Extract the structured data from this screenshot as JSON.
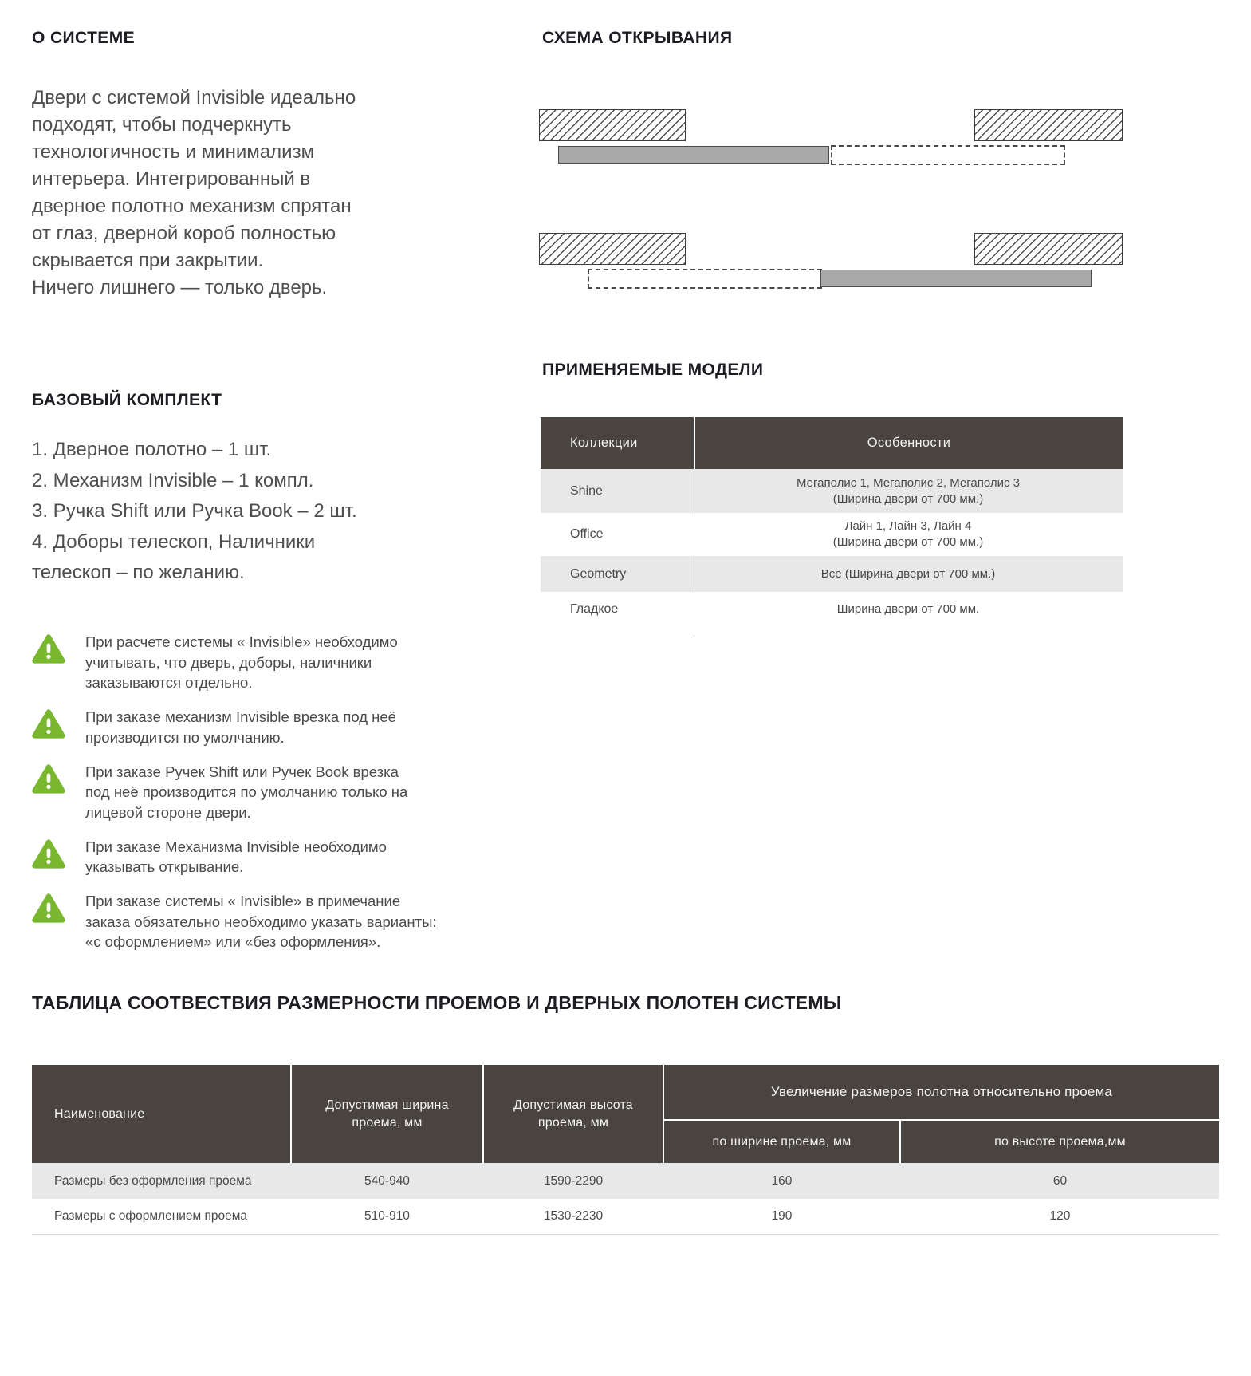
{
  "colors": {
    "accent_green": "#79b72e",
    "table_header_bg": "#4a4440",
    "table_row_alt_bg": "#e9e8e8",
    "heading_text": "#1c1c22",
    "body_text": "#4f4f4f"
  },
  "about": {
    "title": "О СИСТЕМЕ",
    "body": "Двери с системой Invisible идеально\nподходят, чтобы подчеркнуть\nтехнологичность и минимализм\nинтерьера. Интегрированный в\nдверное полотно механизм спрятан\nот глаз, дверной короб полностью\nскрывается при закрытии.\nНичего лишнего — только дверь."
  },
  "scheme": {
    "title": "СХЕМА ОТКРЫВАНИЯ"
  },
  "kit": {
    "title": "БАЗОВЫЙ КОМПЛЕКТ",
    "items": [
      "1. Дверное полотно – 1 шт.",
      "2. Механизм Invisible – 1 компл.",
      "3. Ручка Shift или Ручка Book – 2 шт.",
      "4. Доборы телескоп, Наличники\nтелескоп – по желанию."
    ]
  },
  "models": {
    "title": "ПРИМЕНЯЕМЫЕ МОДЕЛИ",
    "headers": [
      "Коллекции",
      "Особенности"
    ],
    "rows": [
      {
        "collection": "Shine",
        "features": "Мегаполис 1, Мегаполис 2, Мегаполис 3\n(Ширина двери от 700 мм.)"
      },
      {
        "collection": "Office",
        "features": "Лайн 1, Лайн 3, Лайн 4\n(Ширина двери от 700 мм.)"
      },
      {
        "collection": "Geometry",
        "features": "Все (Ширина двери от 700 мм.)"
      },
      {
        "collection": "Гладкое",
        "features": "Ширина двери от 700 мм."
      }
    ]
  },
  "warnings": {
    "items": [
      "При расчете системы « Invisible» необходимо\nучитывать, что дверь, доборы, наличники\nзаказываются отдельно.",
      "При заказе механизм Invisible врезка под неё\nпроизводится по умолчанию.",
      "При заказе Ручек Shift или Ручек Book врезка\nпод неё производится  по умолчанию только на\nлицевой стороне двери.",
      "При заказе Механизма  Invisible необходимо\nуказывать открывание.",
      "При заказе системы « Invisible» в примечание\nзаказа обязательно необходимо указать варианты:\n«с оформлением» или «без оформления»."
    ]
  },
  "size_table": {
    "title": "ТАБЛИЦА СООТВЕСТВИЯ РАЗМЕРНОСТИ ПРОЕМОВ И ДВЕРНЫХ ПОЛОТЕН СИСТЕМЫ",
    "headers": {
      "name": "Наименование",
      "width": "Допустимая ширина\nпроема, мм",
      "height": "Допустимая высота\nпроема, мм",
      "increase": "Увеличение размеров полотна относительно проема",
      "increase_width": "по ширине проема, мм",
      "increase_height": "по высоте проема,мм"
    },
    "rows": [
      {
        "name": "Размеры без оформления проема",
        "width": "540-940",
        "height": "1590-2290",
        "inc_width": "160",
        "inc_height": "60"
      },
      {
        "name": "Размеры с оформлением проема",
        "width": "510-910",
        "height": "1530-2230",
        "inc_width": "190",
        "inc_height": "120"
      }
    ]
  }
}
